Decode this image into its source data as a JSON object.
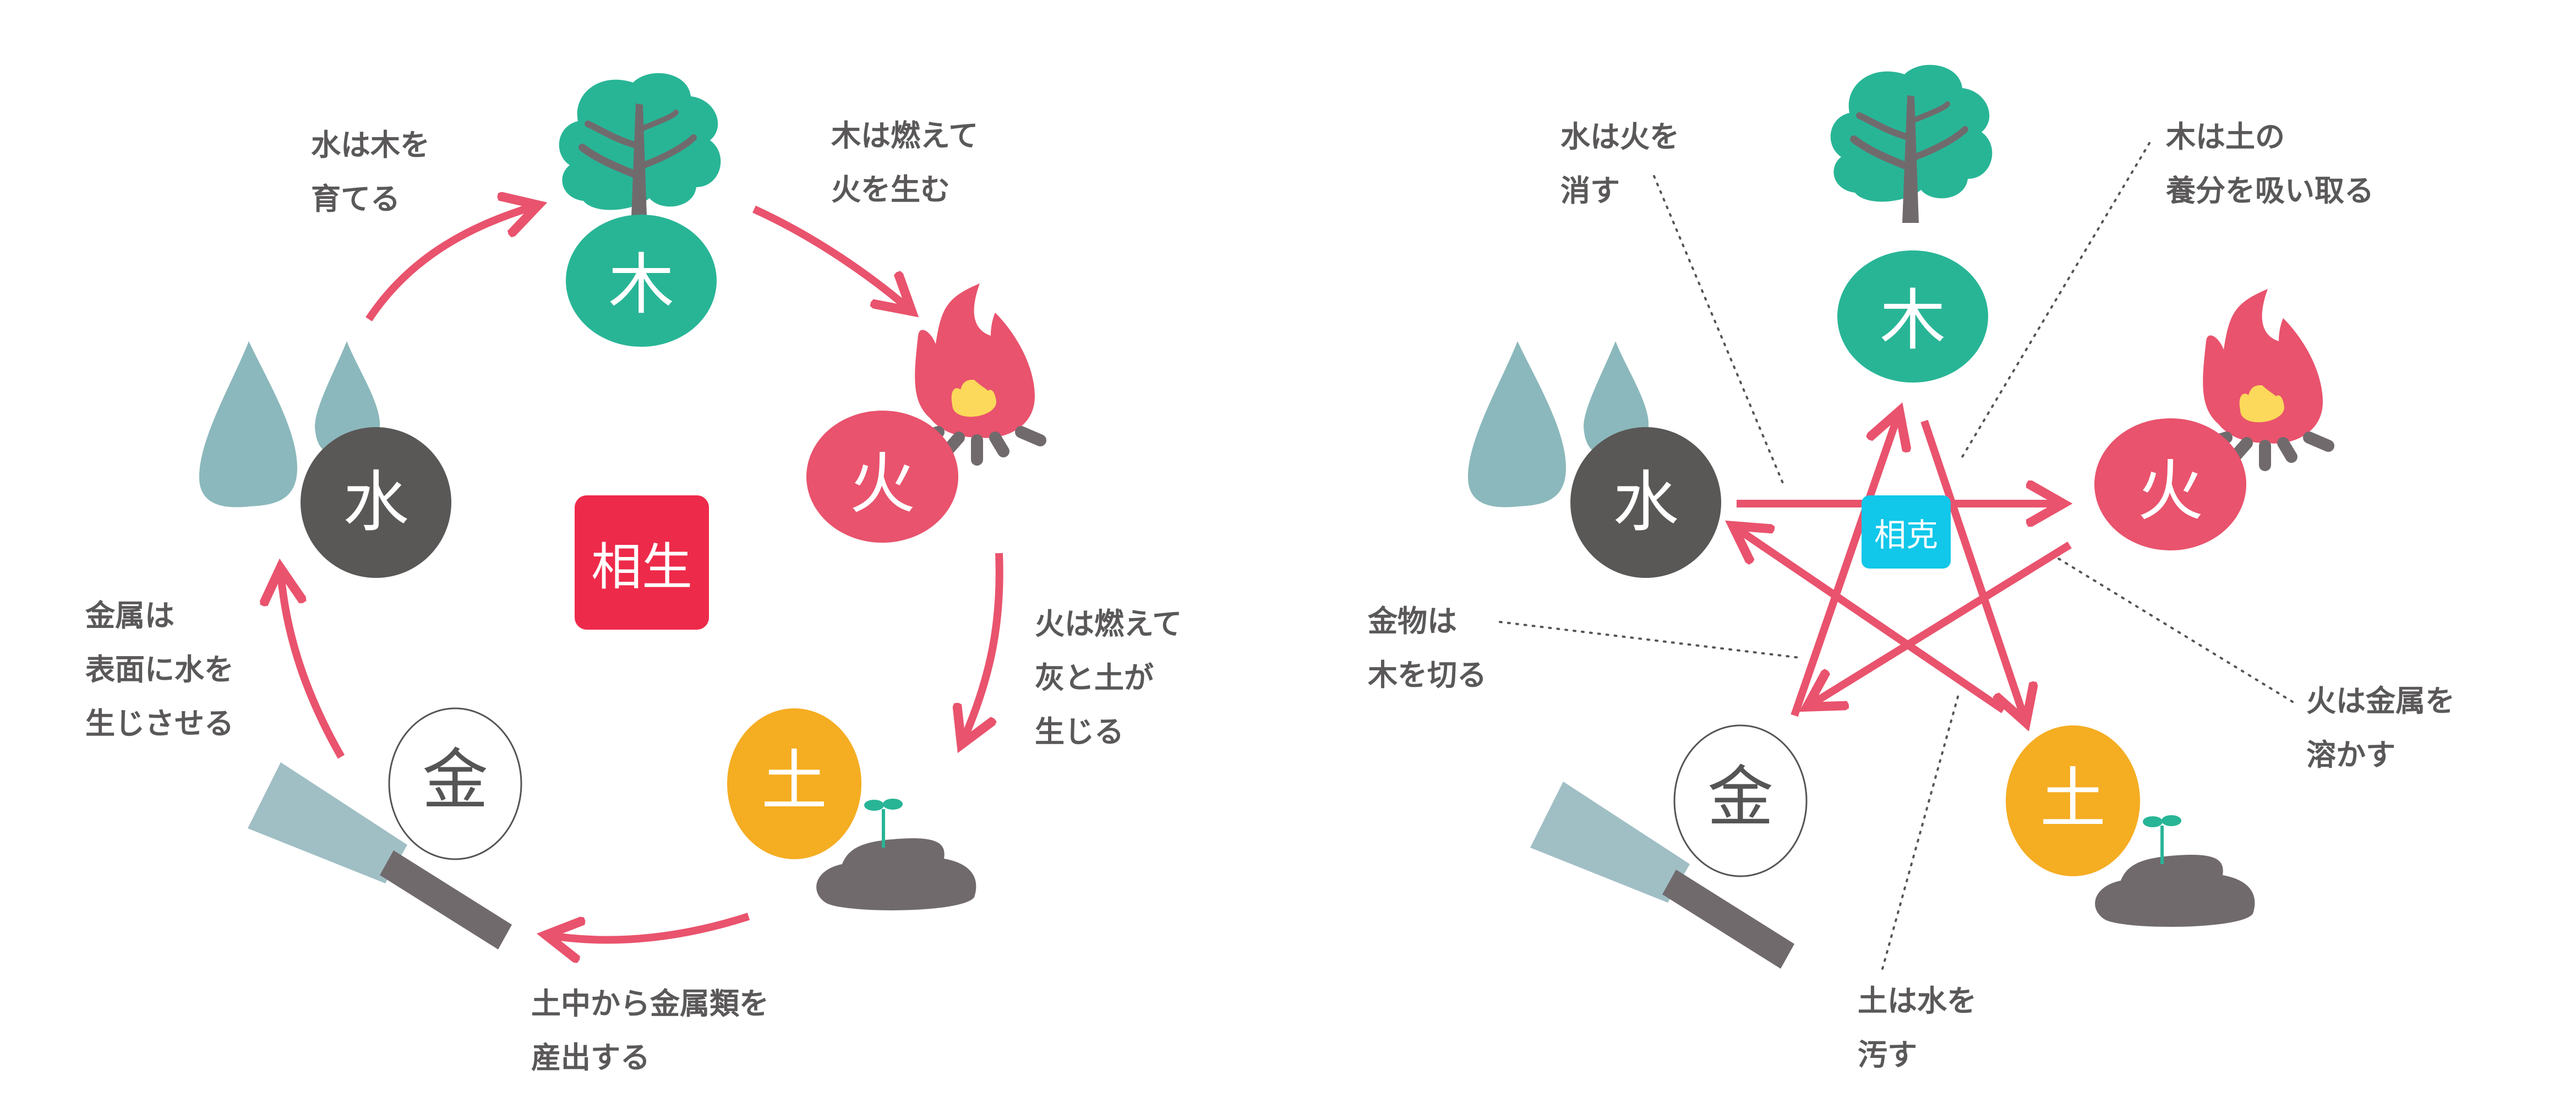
{
  "colors": {
    "wood": "#28b596",
    "fire": "#e9536d",
    "earth": "#f5ad22",
    "metal_outline": "#555555",
    "water": "#5a5857",
    "drop": "#8bb8bc",
    "arrow": "#e9536d",
    "trunk": "#716a6d",
    "flame_inner": "#fcd95a",
    "saw_blade": "#a0bfc5",
    "sosei_badge": "#ee2a4a",
    "sokoku_badge": "#11c7ea",
    "text": "#5a5858"
  },
  "elements": {
    "wood": "木",
    "fire": "火",
    "earth": "土",
    "metal": "金",
    "water": "水"
  },
  "sosei": {
    "title": "相生",
    "captions": {
      "water_wood": [
        "水は木を",
        "育てる"
      ],
      "wood_fire": [
        "木は燃えて",
        "火を生む"
      ],
      "fire_earth": [
        "火は燃えて",
        "灰と土が",
        "生じる"
      ],
      "earth_metal": [
        "土中から金属類を",
        "産出する"
      ],
      "metal_water": [
        "金属は",
        "表面に水を",
        "生じさせる"
      ]
    }
  },
  "sokoku": {
    "title": "相克",
    "captions": {
      "water_fire": [
        "水は火を",
        "消す"
      ],
      "wood_earth": [
        "木は土の",
        "養分を吸い取る"
      ],
      "metal_wood": [
        "金物は",
        "木を切る"
      ],
      "fire_metal": [
        "火は金属を",
        "溶かす"
      ],
      "earth_water": [
        "土は水を",
        "汚す"
      ]
    }
  }
}
